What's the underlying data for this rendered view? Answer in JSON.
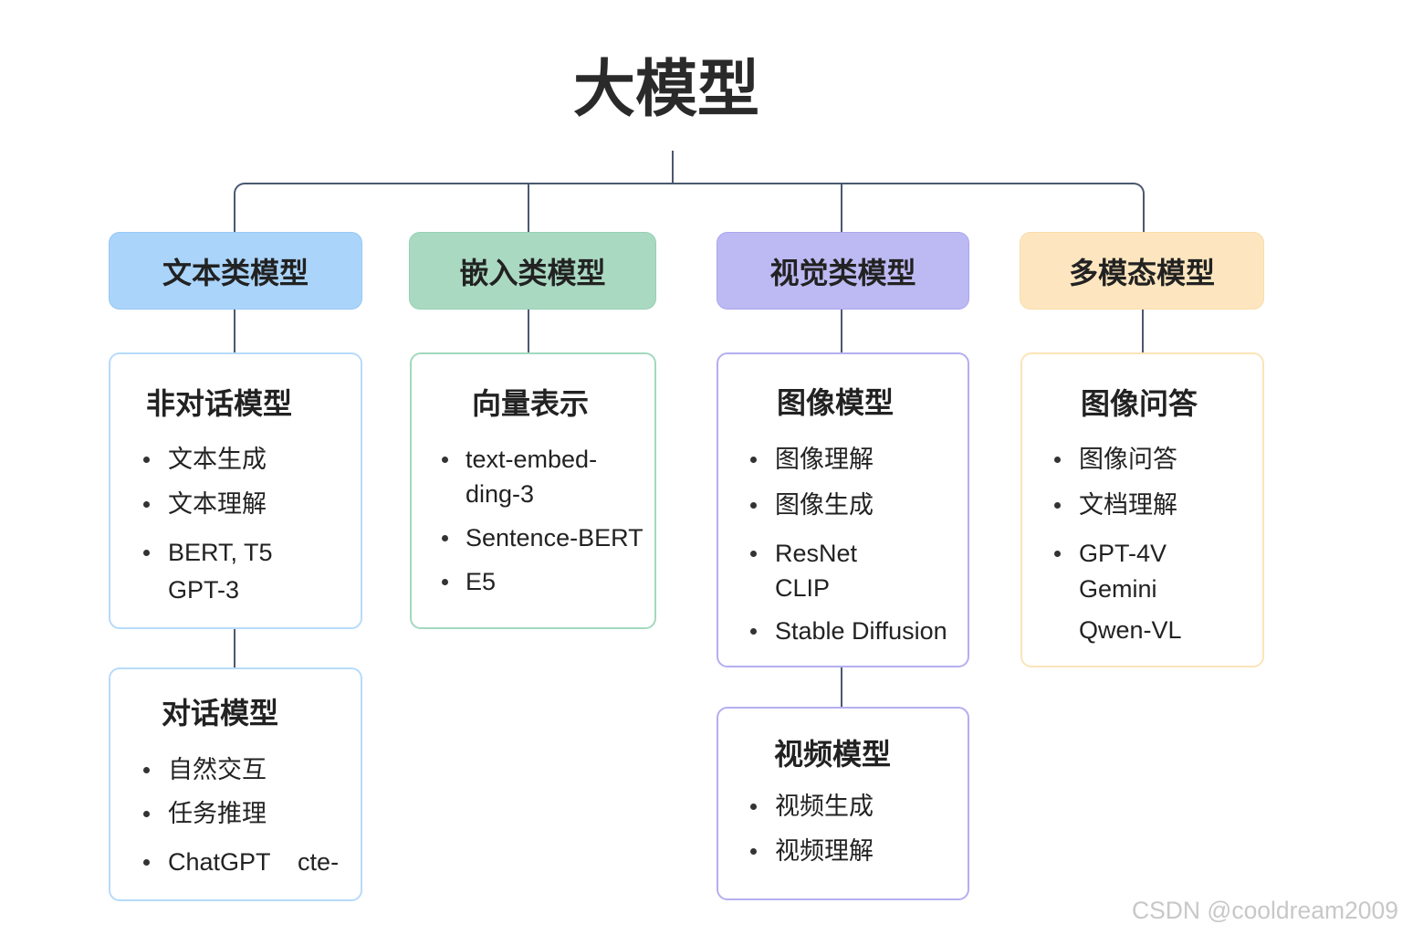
{
  "title": "大模型",
  "colors": {
    "connector": "#4b5870",
    "text": "#222222",
    "bullet": "#333333",
    "watermark": "#c8c8c8"
  },
  "categories": [
    {
      "label": "文本类模型",
      "header_fill": "#aad4fa",
      "header_border": "#96c9f4",
      "box_border": "#b6dbfb",
      "boxes": [
        {
          "title": "非对话模型",
          "items": [
            [
              "文本生成"
            ],
            [
              "文本理解"
            ],
            [
              "BERT, T5",
              "GPT-3"
            ]
          ]
        },
        {
          "title": "对话模型",
          "items": [
            [
              "自然交互"
            ],
            [
              "任务推理"
            ],
            [
              "ChatGPT    cte-"
            ]
          ]
        }
      ]
    },
    {
      "label": "嵌入类模型",
      "header_fill": "#aad9c2",
      "header_border": "#96cfb3",
      "box_border": "#a2d9be",
      "boxes": [
        {
          "title": "向量表示",
          "items": [
            [
              "text-embed-",
              "ding-3"
            ],
            [
              "Sentence-BERT"
            ],
            [
              "E5"
            ]
          ]
        }
      ]
    },
    {
      "label": "视觉类模型",
      "header_fill": "#bdbaf3",
      "header_border": "#aaa5ee",
      "box_border": "#b4aef0",
      "boxes": [
        {
          "title": "图像模型",
          "items": [
            [
              "图像理解"
            ],
            [
              "图像生成"
            ],
            [
              "ResNet",
              "CLIP"
            ],
            [
              "Stable Diffusion"
            ]
          ]
        },
        {
          "title": "视频模型",
          "items": [
            [
              "视频生成"
            ],
            [
              "视频理解"
            ]
          ]
        }
      ]
    },
    {
      "label": "多模态模型",
      "header_fill": "#fde6bf",
      "header_border": "#f8dca9",
      "box_border": "#fbe4b7",
      "boxes": [
        {
          "title": "图像问答",
          "items": [
            [
              "图像问答"
            ],
            [
              "文档理解"
            ],
            [
              "GPT-4V",
              "Gemini",
              "Qwen-VL"
            ]
          ]
        }
      ]
    }
  ],
  "watermark": "CSDN @cooldream2009"
}
